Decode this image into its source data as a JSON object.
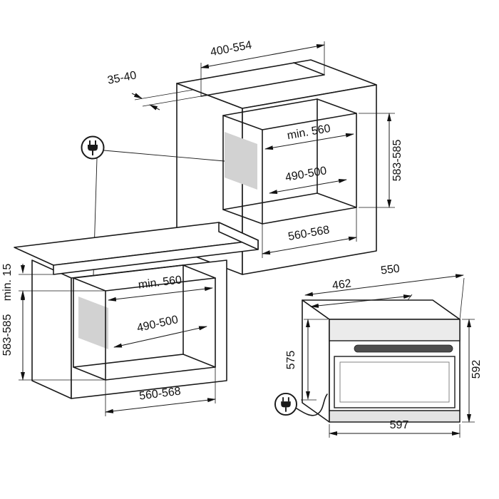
{
  "colors": {
    "line": "#1a1a1a",
    "socket_area": "#d2d2d2",
    "oven_panel": "#ebebeb",
    "oven_handle": "#4d4d4d",
    "oven_base": "#e3e3e3"
  },
  "icons": {
    "plug": "plug-icon"
  },
  "column_cabinet": {
    "top_cutout_width": "400-554",
    "top_edge_gap": "35-40",
    "niche_min_width": "min. 560",
    "niche_depth": "490-500",
    "niche_height": "583-585",
    "niche_front_width": "560-568"
  },
  "base_cabinet": {
    "worktop_clearance": "min. 15",
    "niche_min_width": "min. 560",
    "niche_depth": "490-500",
    "niche_height": "583-585",
    "niche_front_width": "560-568"
  },
  "oven": {
    "depth_total": "550",
    "depth_inner": "462",
    "height_rear": "575",
    "height_front": "592",
    "width": "597"
  }
}
